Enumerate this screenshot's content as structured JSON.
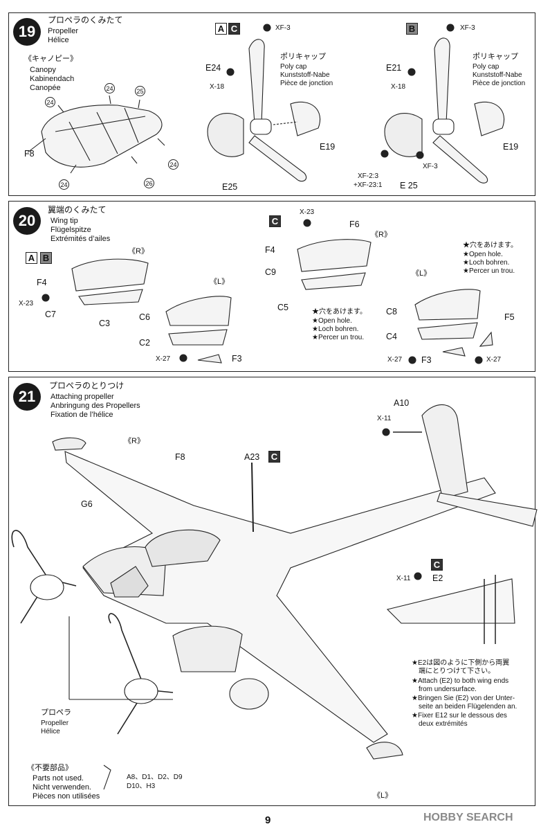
{
  "step19": {
    "number": "19",
    "title_jp": "プロペラのくみたて",
    "title_en": "Propeller",
    "title_fr": "Hélice",
    "canopy_jp": "《キャノピー》",
    "canopy_en": "Canopy",
    "canopy_de": "Kabinendach",
    "canopy_fr": "Canopée",
    "callouts": [
      "24",
      "24",
      "25",
      "24",
      "26",
      "24"
    ],
    "part_f8": "F8",
    "variant_a": {
      "box1": "A",
      "box2": "C",
      "paint_top": "XF-3",
      "part_blade": "E24",
      "paint_side": "X-18",
      "poly_jp": "ポリキャップ",
      "poly_en": "Poly cap",
      "poly_de": "Kunststoff-Nabe",
      "poly_fr": "Pièce de jonction",
      "part_hub": "E19",
      "part_spinner": "E25"
    },
    "variant_b": {
      "box1": "B",
      "paint_top": "XF-3",
      "part_blade": "E21",
      "paint_side": "X-18",
      "poly_jp": "ポリキャップ",
      "poly_en": "Poly cap",
      "poly_de": "Kunststoff-Nabe",
      "poly_fr": "Pièce de jonction",
      "part_hub": "E19",
      "part_spinner": "E 25",
      "paint_mix1": "XF-2:3",
      "paint_mix2": "+XF-23:1",
      "paint_xf3": "XF-3"
    }
  },
  "step20": {
    "number": "20",
    "title_jp": "翼端のくみたて",
    "title_en": "Wing tip",
    "title_de": "Flügelspitze",
    "title_fr": "Extrémités d’ailes",
    "left": {
      "box1": "A",
      "box2": "B",
      "r": "《R》",
      "l": "《L》",
      "f4": "F4",
      "x23": "X-23",
      "c7": "C7",
      "c3": "C3",
      "c6": "C6",
      "c2": "C2",
      "x27": "X-27",
      "f3": "F3"
    },
    "right": {
      "box": "C",
      "x23": "X-23",
      "f6": "F6",
      "r": "《R》",
      "f4": "F4",
      "c9": "C9",
      "c5": "C5",
      "hole_jp": "★穴をあけます。",
      "hole_en": "★Open hole.",
      "hole_de": "★Loch bohren.",
      "hole_fr": "★Percer un trou.",
      "l": "《L》",
      "c8": "C8",
      "c4": "C4",
      "f5": "F5",
      "x27a": "X-27",
      "f3": "F3",
      "x27b": "X-27",
      "hole2_jp": "★穴をあけます。",
      "hole2_en": "★Open hole.",
      "hole2_de": "★Loch bohren.",
      "hole2_fr": "★Percer un trou."
    }
  },
  "step21": {
    "number": "21",
    "title_jp": "プロペラのとりつけ",
    "title_en": "Attaching propeller",
    "title_de": "Anbringung des Propellers",
    "title_fr": "Fixation de l’hélice",
    "r": "《R》",
    "l": "《L》",
    "f8": "F8",
    "a23": "A23",
    "a23_box": "C",
    "g6": "G6",
    "a10": "A10",
    "x11": "X-11",
    "e2_box": "C",
    "e2_x11": "X-11",
    "e2": "E2",
    "note_jp1": "★E2は図のように下側から両翼",
    "note_jp2": "端にとりつけて下さい。",
    "note_en1": "★Attach (E2) to both wing ends",
    "note_en2": "from undersurface.",
    "note_de1": "★Bringen Sie (E2) von der Unter-",
    "note_de2": "seite an beiden Flügelenden an.",
    "note_fr1": "★Fixer E12 sur le dessous des",
    "note_fr2": "deux extrémités",
    "prop_jp": "プロペラ",
    "prop_en": "Propeller",
    "prop_fr": "Hélice",
    "unused_jp": "《不要部品》",
    "unused_en": "Parts not used.",
    "unused_de": "Nicht verwenden.",
    "unused_fr": "Pièces non utilisées",
    "unused_parts1": "A8、D1、D2、D9",
    "unused_parts2": "D10、H3"
  },
  "footer": {
    "page": "9",
    "watermark": "HOBBY SEARCH"
  }
}
